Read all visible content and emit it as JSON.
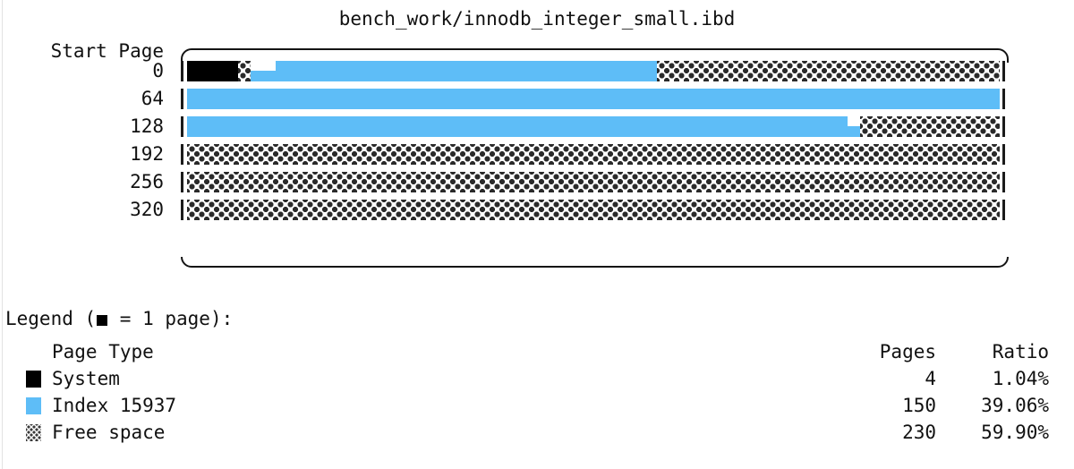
{
  "title": "bench_work/innodb_integer_small.ibd",
  "map": {
    "axis_caption": "Start Page",
    "pages_per_row": 64,
    "row_labels": [
      "0",
      "64",
      "128",
      "192",
      "256",
      "320"
    ],
    "rows": [
      {
        "label": "0",
        "segments": [
          {
            "type": "system",
            "start": 0,
            "pages": 4,
            "half": false
          },
          {
            "type": "free",
            "start": 4,
            "pages": 1,
            "half": false
          },
          {
            "type": "index",
            "start": 5,
            "pages": 2,
            "half": true
          },
          {
            "type": "index",
            "start": 7,
            "pages": 30,
            "half": false
          },
          {
            "type": "free",
            "start": 37,
            "pages": 27,
            "half": false
          }
        ]
      },
      {
        "label": "64",
        "segments": [
          {
            "type": "index",
            "start": 0,
            "pages": 64,
            "half": false
          }
        ]
      },
      {
        "label": "128",
        "segments": [
          {
            "type": "index",
            "start": 0,
            "pages": 52,
            "half": false
          },
          {
            "type": "index",
            "start": 52,
            "pages": 1,
            "half": true
          },
          {
            "type": "free",
            "start": 53,
            "pages": 11,
            "half": false
          }
        ]
      },
      {
        "label": "192",
        "segments": [
          {
            "type": "free",
            "start": 0,
            "pages": 64,
            "half": false
          }
        ]
      },
      {
        "label": "256",
        "segments": [
          {
            "type": "free",
            "start": 0,
            "pages": 64,
            "half": false
          }
        ]
      },
      {
        "label": "320",
        "segments": [
          {
            "type": "free",
            "start": 0,
            "pages": 64,
            "half": false
          }
        ]
      }
    ]
  },
  "legend": {
    "title_prefix": "Legend (",
    "title_suffix": " = 1 page):",
    "headers": {
      "type": "Page Type",
      "pages": "Pages",
      "ratio": "Ratio"
    },
    "rows": [
      {
        "swatch": "system-swatch",
        "type": "System",
        "pages": "4",
        "ratio": "1.04%"
      },
      {
        "swatch": "index-swatch",
        "type": "Index 15937",
        "pages": "150",
        "ratio": "39.06%"
      },
      {
        "swatch": "free-swatch",
        "type": "Free space",
        "pages": "230",
        "ratio": "59.90%"
      }
    ]
  },
  "colors": {
    "system": "#000000",
    "index": "#5ebdf7",
    "free_dot": "#2a2a2a",
    "background": "#ffffff",
    "text": "#111111"
  }
}
